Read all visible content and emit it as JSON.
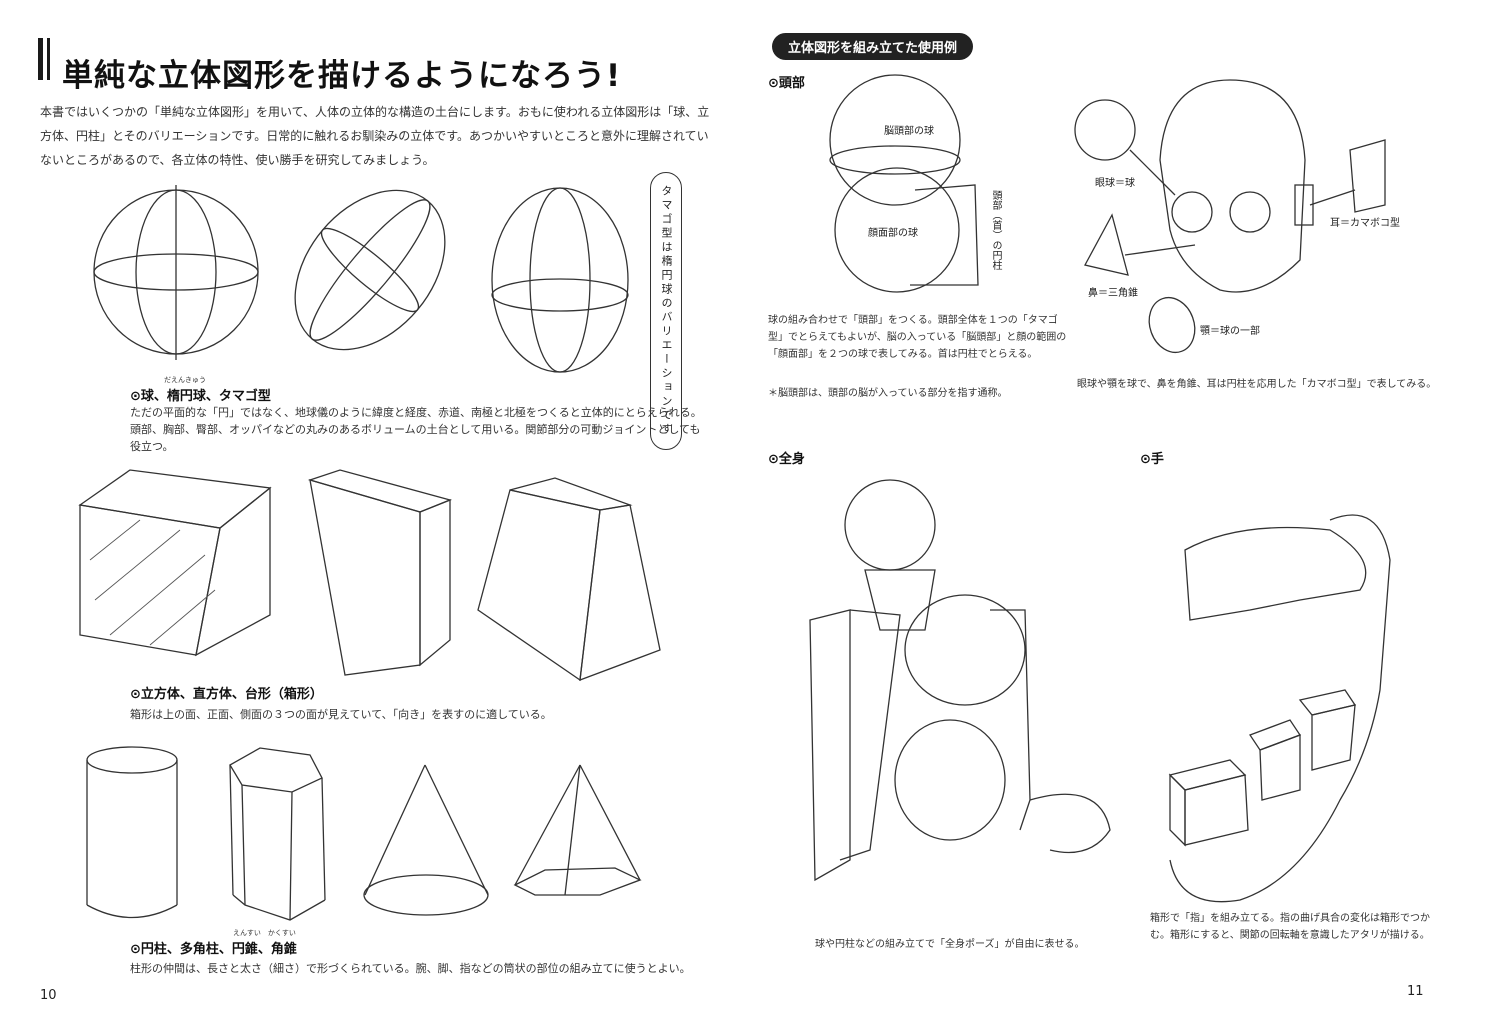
{
  "left_page": {
    "title": "単純な立体図形を描けるようになろう!",
    "intro": "本書ではいくつかの「単純な立体図形」を用いて、人体の立体的な構造の土台にします。おもに使われる立体図形は「球、立方体、円柱」とそのバリエーションです。日常的に触れるお馴染みの立体です。あつかいやすいところと意外に理解されていないところがあるので、各立体の特性、使い勝手を研究してみましょう。",
    "callout": "タマゴ型は楕円球のバリエーションです",
    "sections": [
      {
        "heading": "⊙球、楕円球、タマゴ型",
        "ruby": "だえんきゅう",
        "text": "ただの平面的な「円」ではなく、地球儀のように緯度と経度、赤道、南極と北極をつくると立体的にとらえられる。頭部、胸部、臀部、オッパイなどの丸みのあるボリュームの土台として用いる。関節部分の可動ジョイントとしても役立つ。"
      },
      {
        "heading": "⊙立方体、直方体、台形（箱形）",
        "text": "箱形は上の面、正面、側面の３つの面が見えていて、「向き」を表すのに適している。"
      },
      {
        "heading": "⊙円柱、多角柱、円錐、角錐",
        "ruby": "えんすい　かくすい",
        "text": "柱形の仲間は、長さと太さ（細さ）で形づくられている。腕、脚、指などの筒状の部位の組み立てに使うとよい。"
      }
    ],
    "page_number": "10"
  },
  "right_page": {
    "section_pill": "立体図形を組み立てた使用例",
    "head": {
      "heading": "⊙頭部",
      "labels": [
        "脳頭部の球",
        "顔面部の球",
        "頭部（首）の円柱",
        "眼球＝球",
        "耳＝カマボコ型",
        "鼻＝三角錐",
        "顎＝球の一部"
      ],
      "text": "球の組み合わせで「頭部」をつくる。頭部全体を１つの「タマゴ型」でとらえてもよいが、脳の入っている「脳頭部」と顔の範囲の「顔面部」を２つの球で表してみる。首は円柱でとらえる。",
      "note": "＊脳頭部は、頭部の脳が入っている部分を指す通称。",
      "text2": "眼球や顎を球で、鼻を角錐、耳は円柱を応用した「カマボコ型」で表してみる。"
    },
    "body": {
      "heading": "⊙全身",
      "text": "球や円柱などの組み立てで「全身ポーズ」が自由に表せる。"
    },
    "hand": {
      "heading": "⊙手",
      "text": "箱形で「指」を組み立てる。指の曲げ具合の変化は箱形でつかむ。箱形にすると、関節の回転軸を意識したアタリが描ける。"
    },
    "page_number": "11"
  }
}
